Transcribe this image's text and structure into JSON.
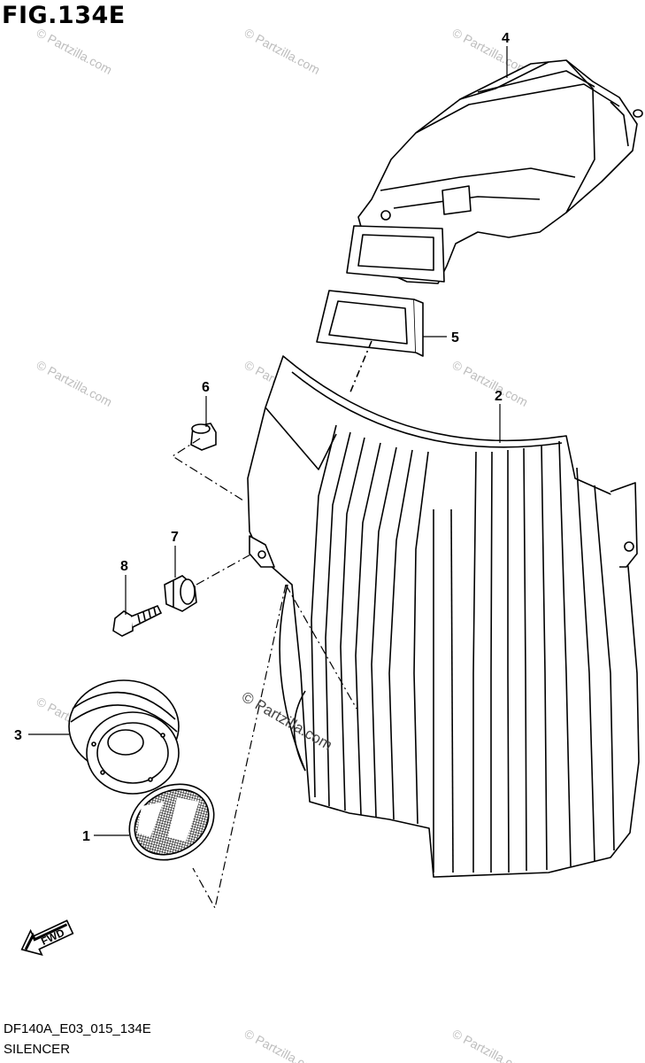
{
  "figure": {
    "title": "FIG.134E",
    "code": "DF140A_E03_015_134E",
    "name": "SILENCER"
  },
  "callouts": [
    "1",
    "2",
    "3",
    "4",
    "5",
    "6",
    "7",
    "8"
  ],
  "fwd_label": "FWD",
  "watermark": "© Partzilla.com",
  "colors": {
    "line": "#000000",
    "watermark": "#bdbdbd",
    "background": "#ffffff"
  }
}
